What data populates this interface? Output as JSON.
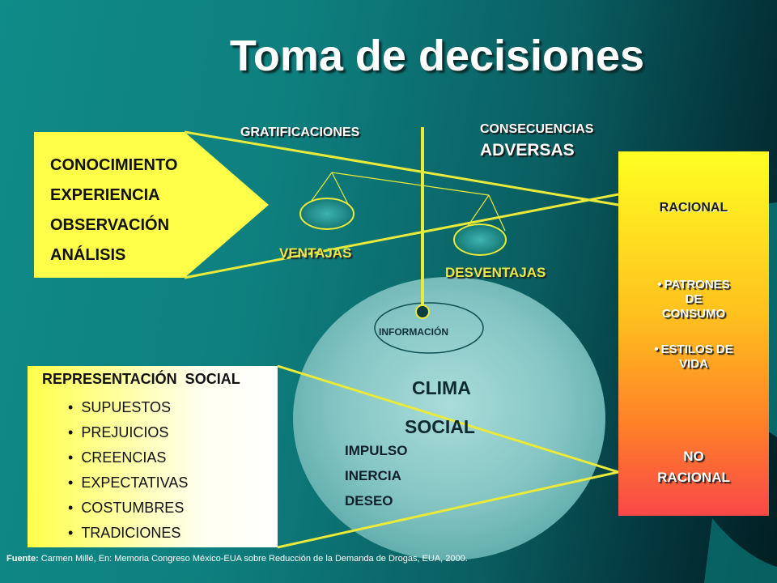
{
  "title": "Toma de decisiones",
  "scale": {
    "top_left_label": "GRATIFICACIONES",
    "top_right_label_line1": "CONSECUENCIAS",
    "top_right_label_line2": "ADVERSAS",
    "left_pan_label": "VENTAJAS",
    "right_pan_label": "DESVENTAJAS",
    "base_label": "INFORMACIÓN"
  },
  "knowledge_box": {
    "items": [
      "CONOCIMIENTO",
      "EXPERIENCIA",
      "OBSERVACIÓN",
      "ANÁLISIS"
    ]
  },
  "social_representation_box": {
    "title": "REPRESENTACIÓN  SOCIAL",
    "items": [
      "SUPUESTOS",
      "PREJUICIOS",
      "CREENCIAS",
      "EXPECTATIVAS",
      "COSTUMBRES",
      "TRADICIONES"
    ]
  },
  "social_climate": {
    "title_line1": "CLIMA",
    "title_line2": "SOCIAL",
    "items": [
      "IMPULSO",
      "INERCIA",
      "DESEO"
    ]
  },
  "decision_box": {
    "rational": "RACIONAL",
    "factor1_line1": "PATRONES",
    "factor1_line2": "DE",
    "factor1_line3": "CONSUMO",
    "factor2_line1": "ESTILOS DE",
    "factor2_line2": "VIDA",
    "non_rational_line1": "NO",
    "non_rational_line2": "RACIONAL"
  },
  "footer": {
    "source_label": "Fuente:",
    "source_text": " Carmen Millé, En: Memoria Congreso México-EUA sobre Reducción de la Demanda de Drogas, EUA, 2000."
  },
  "colors": {
    "background": "#0e7f7e",
    "connector_lines": "#eaea3a",
    "knowledge_box": "#ffff4a",
    "decision_box_top": "#ffff22",
    "decision_box_bottom": "#f84848",
    "social_climate_circle": "#7fc7c4"
  }
}
